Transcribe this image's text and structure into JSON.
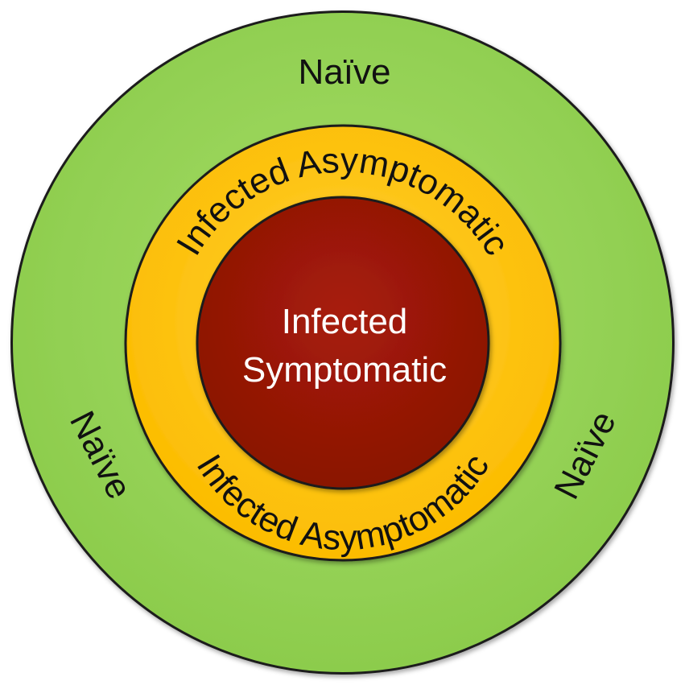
{
  "diagram": {
    "outer_ring": {
      "label": "Naïve",
      "color": "#92d050"
    },
    "middle_ring": {
      "label": "Infected Asymptomatic",
      "color": "#ffc000"
    },
    "inner_circle": {
      "line1": "Infected",
      "line2": "Symptomatic",
      "color": "#9c1606"
    },
    "outline_color": "#1a1a1a"
  }
}
